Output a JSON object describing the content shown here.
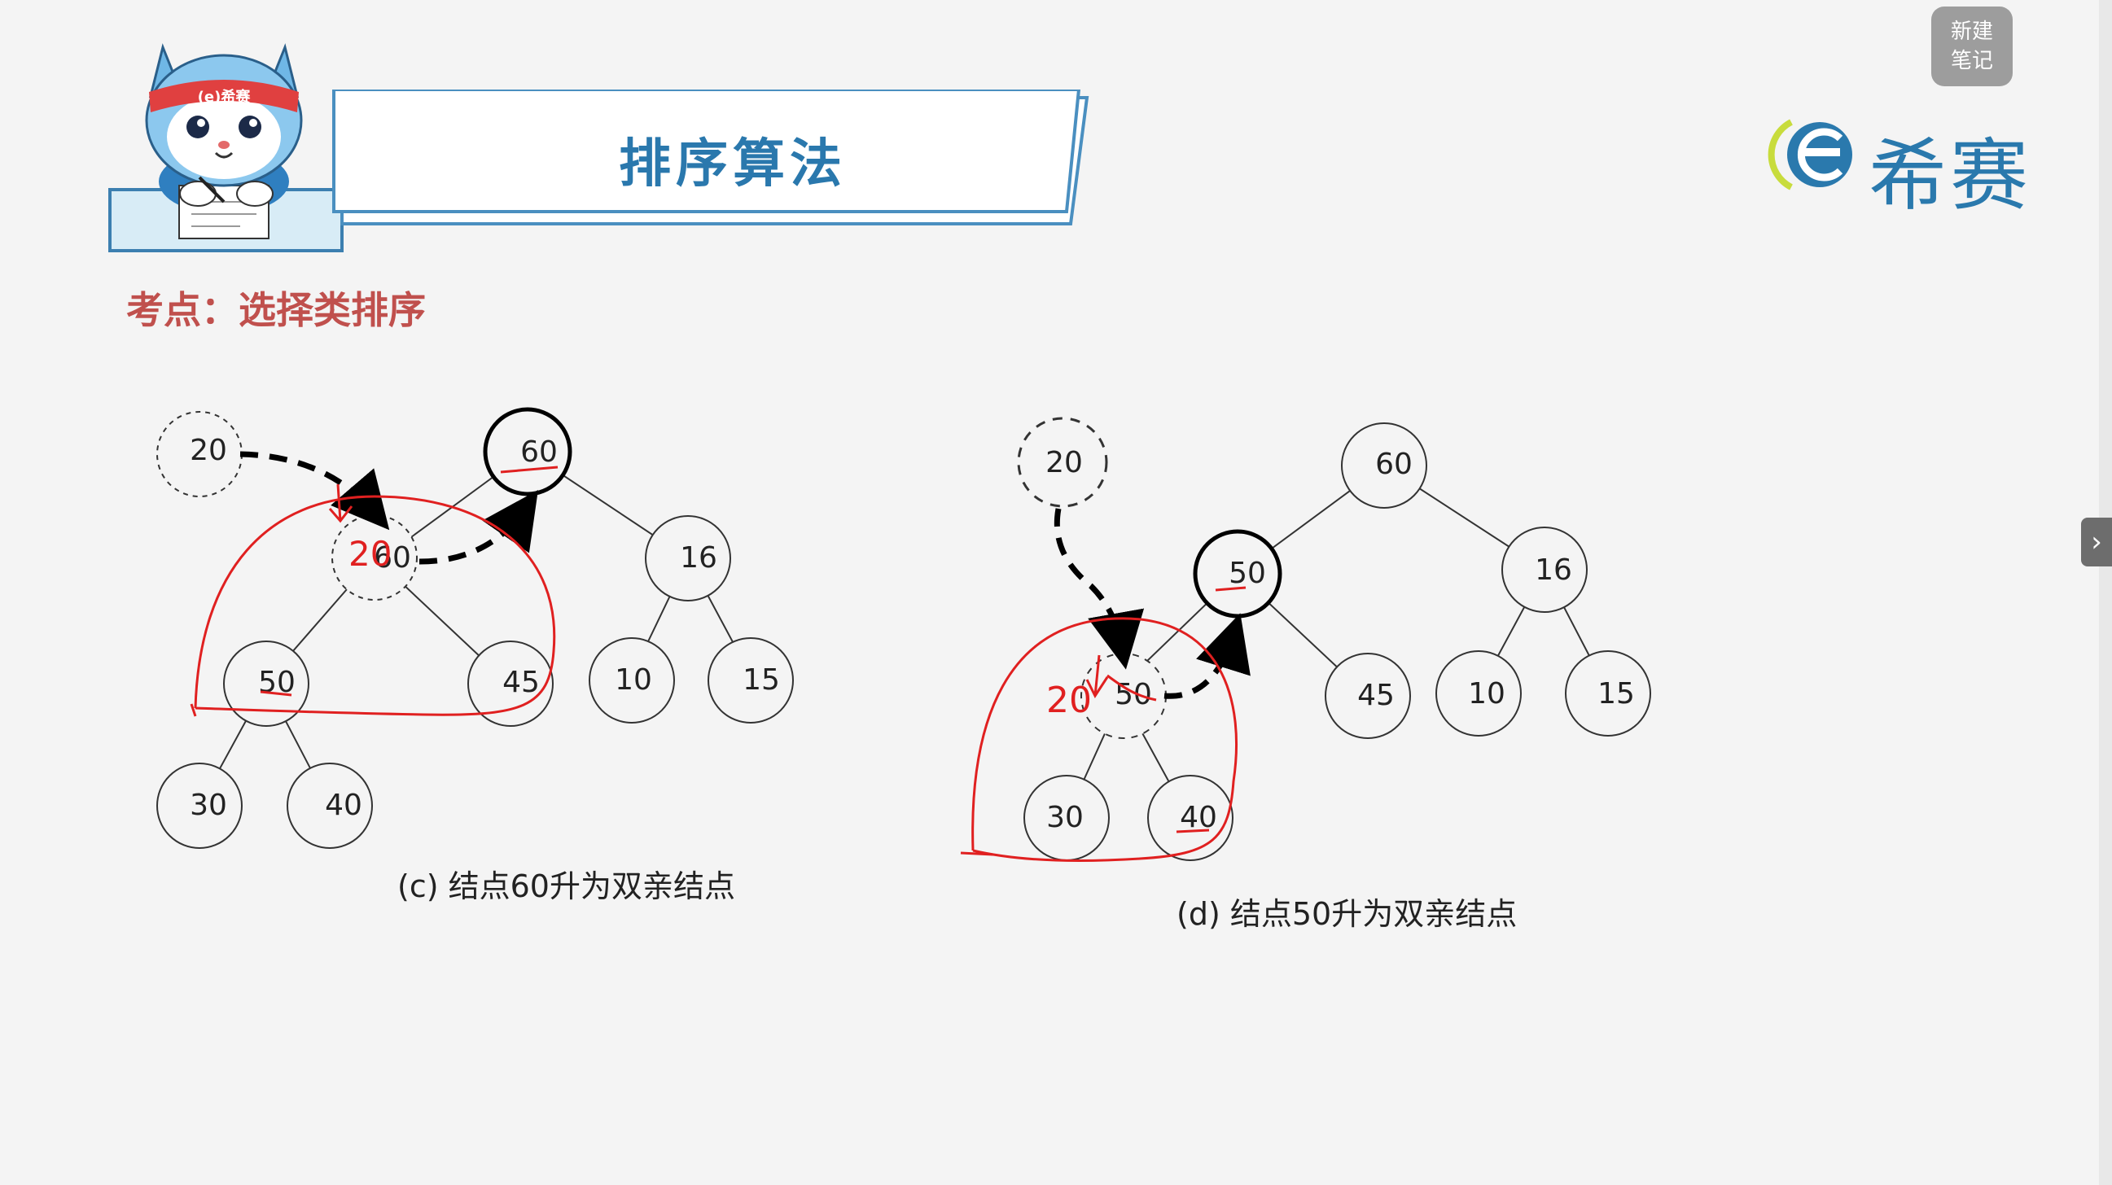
{
  "header": {
    "title": "排序算法",
    "subtitle": "考点：选择类排序"
  },
  "logo": {
    "text": "希赛"
  },
  "mascot": {
    "headband_text": "(e)希赛"
  },
  "note_button": {
    "line1": "新建",
    "line2": "笔记"
  },
  "side_tab": {
    "glyph": "›"
  },
  "diagram_c": {
    "caption": "(c)   结点60升为双亲结点",
    "nodes": {
      "outside": "20",
      "root": "60",
      "left": "60",
      "right": "16",
      "ll": "50",
      "lr": "45",
      "rl": "10",
      "rr": "15",
      "lll": "30",
      "llr": "40"
    },
    "annotation": "20"
  },
  "diagram_d": {
    "caption": "(d)    结点50升为双亲结点",
    "nodes": {
      "outside": "20",
      "root": "60",
      "left": "50",
      "right": "16",
      "ll": "50",
      "lr": "45",
      "rl": "10",
      "rr": "15",
      "lll": "30",
      "llr": "40"
    },
    "annotation": "20"
  },
  "colors": {
    "title_blue": "#2a78ad",
    "subtitle_red": "#c0504d",
    "annotation_red": "#e02020",
    "banner_border": "#4a8fc0"
  }
}
